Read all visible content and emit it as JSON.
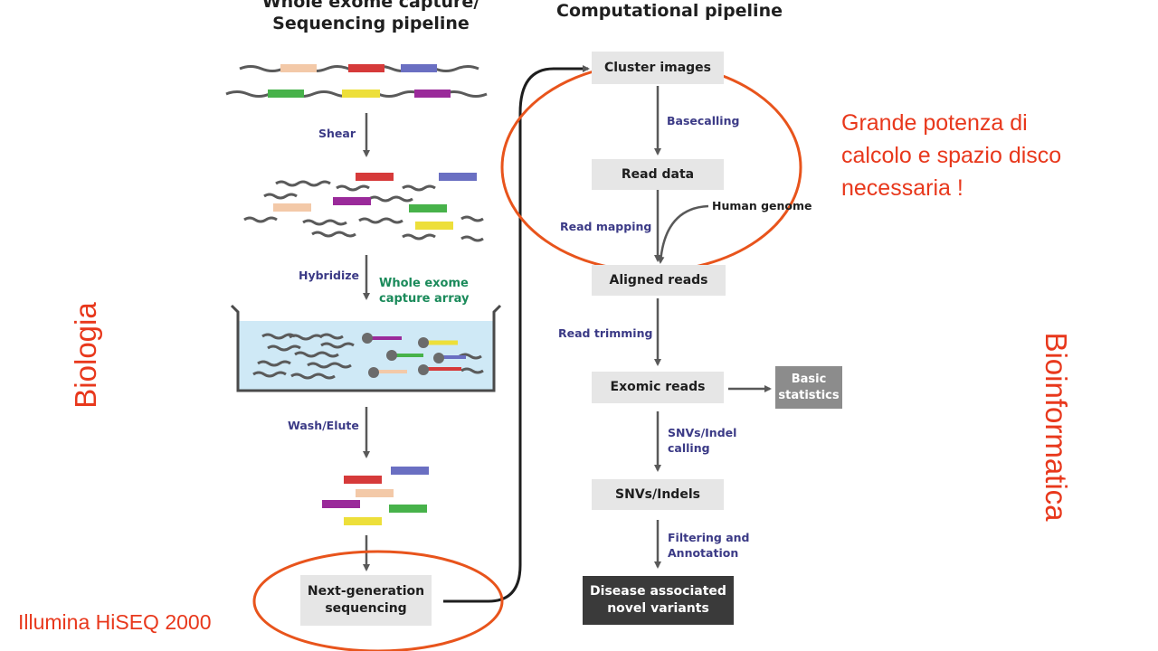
{
  "titles": {
    "left": "Whole exome capture/\nSequencing pipeline",
    "right": "Computational pipeline"
  },
  "wet_lab": {
    "steps": [
      "Shear",
      "Hybridize",
      "Wash/Elute"
    ],
    "array_label": "Whole exome\ncapture array",
    "sequencing_box": "Next-generation\nsequencing"
  },
  "computational": {
    "boxes": {
      "cluster_images": "Cluster images",
      "read_data": "Read data",
      "aligned_reads": "Aligned reads",
      "exomic_reads": "Exomic reads",
      "snvs_indels": "SNVs/Indels",
      "disease_variants": "Disease associated\nnovel variants",
      "basic_statistics": "Basic\nstatistics"
    },
    "steps": {
      "basecalling": "Basecalling",
      "read_mapping": "Read mapping",
      "read_trimming": "Read trimming",
      "snv_calling": "SNVs/Indel\ncalling",
      "filtering": "Filtering and\nAnnotation"
    },
    "human_genome": "Human genome"
  },
  "annotations": {
    "note": "Grande potenza di\ncalcolo e spazio disco\nnecessaria !",
    "left_vertical": "Biologia",
    "right_vertical": "Bioinformatica",
    "machine": "Illumina HiSEQ 2000"
  },
  "colors": {
    "annotation_red": "#e8381c",
    "step_label_blue": "#3b3a86",
    "array_label_green": "#1a8a5a",
    "box_grey": "#e6e6e6",
    "box_dark": "#3a3a3a",
    "fragment_red": "#d63a3a",
    "fragment_blue": "#6a6fc2",
    "fragment_green": "#47b24a",
    "fragment_yellow": "#eddf3a",
    "fragment_purple": "#9a2a9a",
    "fragment_peach": "#f3c9a8",
    "buffer_blue": "#cfe9f6"
  }
}
